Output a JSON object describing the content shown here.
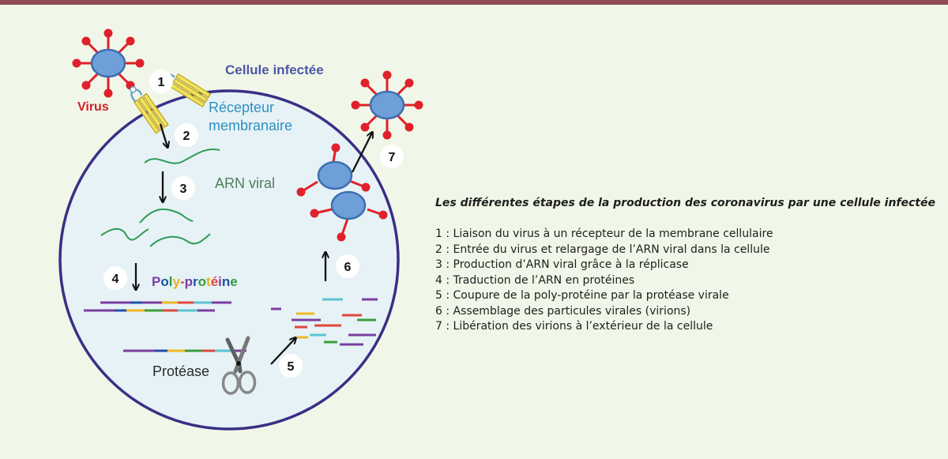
{
  "labels": {
    "cell": "Cellule infectée",
    "virus": "Virus",
    "receptor_line1": "Récepteur",
    "receptor_line2": "membranaire",
    "rna": "ARN viral",
    "protease": "Protéase",
    "polyprotein_parts": [
      {
        "text": "P",
        "color": "#7a3fa0"
      },
      {
        "text": "o",
        "color": "#1f4fa8"
      },
      {
        "text": "l",
        "color": "#2f9a3b"
      },
      {
        "text": "y",
        "color": "#e8b21f"
      },
      {
        "text": "-",
        "color": "#e0473e"
      },
      {
        "text": "p",
        "color": "#7a3fa0"
      },
      {
        "text": "r",
        "color": "#1f4fa8"
      },
      {
        "text": "o",
        "color": "#2f9a3b"
      },
      {
        "text": "t",
        "color": "#e8b21f"
      },
      {
        "text": "é",
        "color": "#e0473e"
      },
      {
        "text": "i",
        "color": "#7a3fa0"
      },
      {
        "text": "n",
        "color": "#1f4fa8"
      },
      {
        "text": "e",
        "color": "#2f9a3b"
      }
    ]
  },
  "step_badges": [
    "1",
    "2",
    "3",
    "4",
    "5",
    "6",
    "7"
  ],
  "caption": {
    "title": "Les différentes étapes de la production des coronavirus par une cellule infectée",
    "steps": [
      "1 : Liaison du virus à un récepteur de la membrane cellulaire",
      "2 : Entrée du virus et relargage de l’ARN viral dans la cellule",
      "3 : Production d’ARN viral grâce à la réplicase",
      "4 : Traduction de l’ARN en protéines",
      "5 : Coupure de la poly-protéine par la protéase virale",
      "6 : Assemblage des particules virales (virions)",
      "7 : Libération des virions à l’extérieur de la cellule"
    ]
  },
  "colors": {
    "background": "#f1f7e8",
    "top_bar": "#8e4a57",
    "cell_fill": "#e6f2f6",
    "cell_border": "#3b2f86",
    "virus_body": "#6f9fd8",
    "virus_spike": "#e0202a",
    "receptor": "#f3e35a",
    "rna": "#2f9a55",
    "cell_label": "#4d57a6",
    "receptor_label": "#2d8fc4",
    "rna_label": "#4d7f5f",
    "virus_label": "#d0202a",
    "segment_purple": "#7a3fa0",
    "segment_blue": "#1f4fa8",
    "segment_yellow": "#f0b727",
    "segment_green": "#3c9d3c",
    "segment_red": "#e0473e",
    "segment_cyan": "#5cc3d2"
  },
  "icons": [
    "virus-icon",
    "receptor-icon",
    "scissors-icon",
    "arrow-icon"
  ]
}
